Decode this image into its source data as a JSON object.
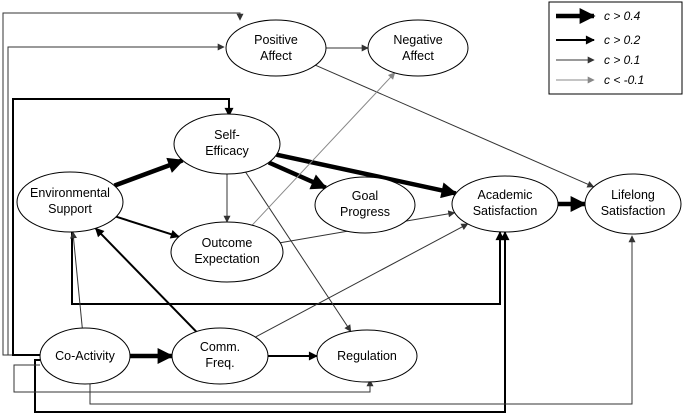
{
  "nodes": [
    {
      "id": "positive_affect",
      "lines": [
        "Positive",
        "Affect"
      ]
    },
    {
      "id": "negative_affect",
      "lines": [
        "Negative",
        "Affect"
      ]
    },
    {
      "id": "self_efficacy",
      "lines": [
        "Self-",
        "Efficacy"
      ]
    },
    {
      "id": "environmental_support",
      "lines": [
        "Environmental",
        "Support"
      ]
    },
    {
      "id": "goal_progress",
      "lines": [
        "Goal",
        "Progress"
      ]
    },
    {
      "id": "academic_satisfaction",
      "lines": [
        "Academic",
        "Satisfaction"
      ]
    },
    {
      "id": "lifelong_satisfaction",
      "lines": [
        "Lifelong",
        "Satisfaction"
      ]
    },
    {
      "id": "outcome_expectation",
      "lines": [
        "Outcome",
        "Expectation"
      ]
    },
    {
      "id": "co_activity",
      "lines": [
        "Co-Activity"
      ]
    },
    {
      "id": "comm_freq",
      "lines": [
        "Comm.",
        "Freq."
      ]
    },
    {
      "id": "regulation",
      "lines": [
        "Regulation"
      ]
    }
  ],
  "legend": [
    {
      "label": "c > 0.4",
      "strength": "strongest",
      "color": "#000000"
    },
    {
      "label": "c > 0.2",
      "strength": "strong",
      "color": "#000000"
    },
    {
      "label": "c > 0.1",
      "strength": "moderate",
      "color": "#333333"
    },
    {
      "label": "c < -0.1",
      "strength": "negative",
      "color": "#888888"
    }
  ],
  "edges": [
    {
      "from": "positive_affect",
      "to": "negative_affect",
      "strength": "moderate"
    },
    {
      "from": "environmental_support",
      "to": "self_efficacy",
      "strength": "strongest"
    },
    {
      "from": "environmental_support",
      "to": "outcome_expectation",
      "strength": "strong"
    },
    {
      "from": "self_efficacy",
      "to": "goal_progress",
      "strength": "strongest"
    },
    {
      "from": "self_efficacy",
      "to": "academic_satisfaction",
      "strength": "strongest"
    },
    {
      "from": "self_efficacy",
      "to": "outcome_expectation",
      "strength": "moderate"
    },
    {
      "from": "self_efficacy",
      "to": "regulation",
      "strength": "moderate"
    },
    {
      "from": "academic_satisfaction",
      "to": "lifelong_satisfaction",
      "strength": "strongest"
    },
    {
      "from": "positive_affect",
      "to": "lifelong_satisfaction",
      "strength": "moderate"
    },
    {
      "from": "outcome_expectation",
      "to": "academic_satisfaction",
      "strength": "moderate"
    },
    {
      "from": "outcome_expectation",
      "to": "negative_affect",
      "strength": "negative"
    },
    {
      "from": "co_activity",
      "to": "comm_freq",
      "strength": "strongest"
    },
    {
      "from": "co_activity",
      "to": "environmental_support",
      "strength": "moderate"
    },
    {
      "from": "comm_freq",
      "to": "environmental_support",
      "strength": "strong"
    },
    {
      "from": "comm_freq",
      "to": "regulation",
      "strength": "strong"
    },
    {
      "from": "comm_freq",
      "to": "academic_satisfaction",
      "strength": "moderate"
    },
    {
      "from": "co_activity",
      "to": "positive_affect",
      "strength": "moderate"
    },
    {
      "from": "co_activity",
      "to": "self_efficacy",
      "strength": "strong"
    },
    {
      "from": "co_activity",
      "to": "academic_satisfaction",
      "strength": "strong"
    },
    {
      "from": "environmental_support",
      "to": "academic_satisfaction",
      "strength": "strong"
    },
    {
      "from": "co_activity",
      "to": "regulation",
      "strength": "moderate"
    },
    {
      "from": "co_activity",
      "to": "lifelong_satisfaction",
      "strength": "moderate"
    }
  ]
}
